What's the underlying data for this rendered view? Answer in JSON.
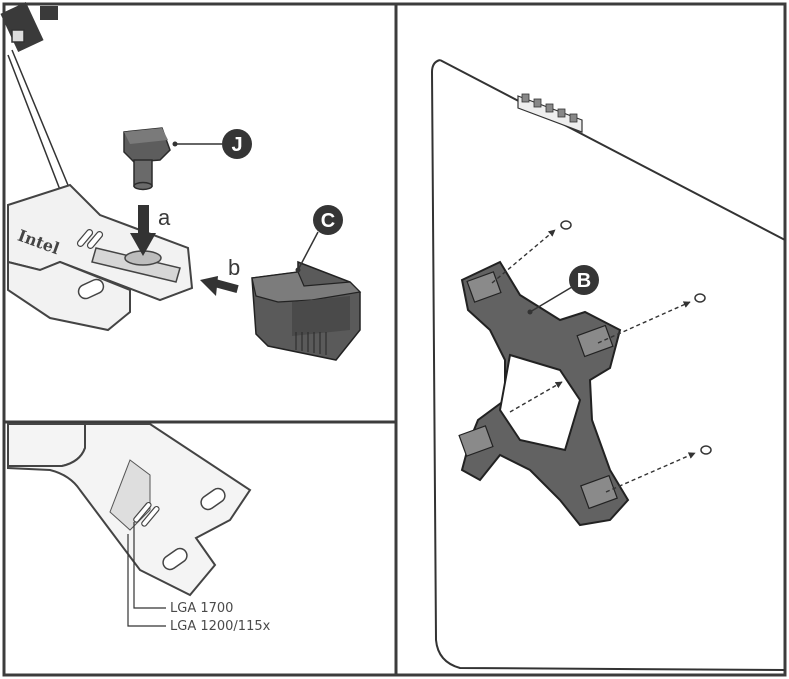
{
  "callouts": {
    "j": "J",
    "c": "C",
    "b": "B"
  },
  "steps": {
    "a": "a",
    "b": "b"
  },
  "socket_labels": {
    "lga1700": "LGA 1700",
    "lga1200": "LGA 1200/115x"
  },
  "part_text": {
    "bracket_logo": "Intel"
  },
  "colors": {
    "border": "#3c3c3c",
    "part_fill": "#efefef",
    "part_dark": "#5b5b5b",
    "callout_fill": "#353535"
  }
}
